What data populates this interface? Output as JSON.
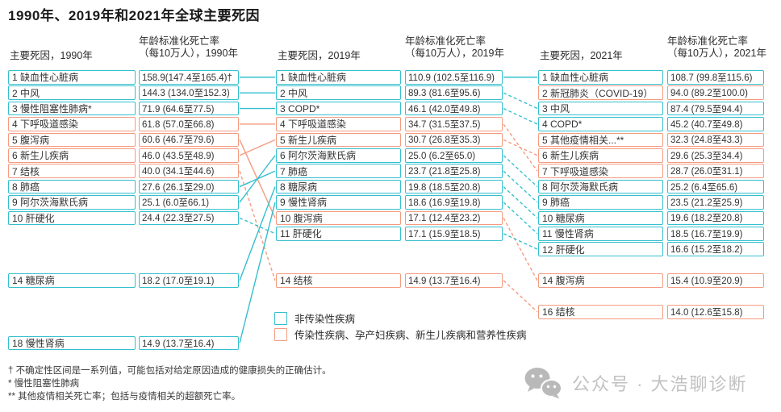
{
  "title": "1990年、2019年和2021年全球主要死因",
  "colors": {
    "ncd": "#35bfce",
    "cmnn": "#f49b80",
    "text": "#333333",
    "watermark": "#bcbcbc"
  },
  "legend": [
    {
      "group": "ncd",
      "label": "非传染性疾病"
    },
    {
      "group": "cmnn",
      "label": "传染性疾病、孕产妇疾病、新生儿疾病和营养性疾病"
    }
  ],
  "footnotes": [
    "† 不确定性区间是一系列值，可能包括对给定原因造成的健康损失的正确估计。",
    "* 慢性阻塞性肺病",
    "** 其他疫情相关死亡率；包括与疫情相关的超额死亡率。"
  ],
  "watermark": "公众号 · 大浩聊诊断",
  "chart_data": {
    "type": "table",
    "subtype": "ranked-causes-bump-chart",
    "title": "1990年、2019年和2021年全球主要死因",
    "value_unit": "年龄标准化死亡率（每10万人）",
    "group_labels": {
      "ncd": "非传染性疾病",
      "cmnn": "传染性疾病、孕产妇疾病、新生儿疾病和营养性疾病"
    },
    "columns": [
      {
        "year": "1990",
        "cause_header": "主要死因，1990年",
        "rate_header_line1": "年龄标准化死亡率",
        "rate_header_line2": "（每10万人），1990年",
        "rows": [
          {
            "rank": 1,
            "label": "1 缺血性心脏病",
            "rate_text": "158.9(147.4至165.4)†",
            "value": 158.9,
            "ci": [
              147.4,
              165.4
            ],
            "group": "ncd"
          },
          {
            "rank": 2,
            "label": "2 中风",
            "rate_text": "144.3 (134.0至152.3)",
            "value": 144.3,
            "ci": [
              134.0,
              152.3
            ],
            "group": "ncd"
          },
          {
            "rank": 3,
            "label": "3 慢性阻塞性肺病*",
            "rate_text": "71.9 (64.6至77.5)",
            "value": 71.9,
            "ci": [
              64.6,
              77.5
            ],
            "group": "ncd"
          },
          {
            "rank": 4,
            "label": "4 下呼吸道感染",
            "rate_text": "61.8 (57.0至66.8)",
            "value": 61.8,
            "ci": [
              57.0,
              66.8
            ],
            "group": "cmnn"
          },
          {
            "rank": 5,
            "label": "5 腹泻病",
            "rate_text": "60.6 (46.7至79.6)",
            "value": 60.6,
            "ci": [
              46.7,
              79.6
            ],
            "group": "cmnn"
          },
          {
            "rank": 6,
            "label": "6 新生儿疾病",
            "rate_text": "46.0 (43.5至48.9)",
            "value": 46.0,
            "ci": [
              43.5,
              48.9
            ],
            "group": "cmnn"
          },
          {
            "rank": 7,
            "label": "7 结核",
            "rate_text": "40.0 (34.1至44.6)",
            "value": 40.0,
            "ci": [
              34.1,
              44.6
            ],
            "group": "cmnn"
          },
          {
            "rank": 8,
            "label": "8 肺癌",
            "rate_text": "27.6 (26.1至29.0)",
            "value": 27.6,
            "ci": [
              26.1,
              29.0
            ],
            "group": "ncd"
          },
          {
            "rank": 9,
            "label": "9 阿尔茨海默氏病",
            "rate_text": "25.1 (6.0至66.1)",
            "value": 25.1,
            "ci": [
              6.0,
              66.1
            ],
            "group": "ncd"
          },
          {
            "rank": 10,
            "label": "10 肝硬化",
            "rate_text": "24.4 (22.3至27.5)",
            "value": 24.4,
            "ci": [
              22.3,
              27.5
            ],
            "group": "ncd"
          },
          {
            "rank": 14,
            "label": "14 糖尿病",
            "rate_text": "18.2 (17.0至19.1)",
            "value": 18.2,
            "ci": [
              17.0,
              19.1
            ],
            "group": "ncd"
          },
          {
            "rank": 18,
            "label": "18 慢性肾病",
            "rate_text": "14.9 (13.7至16.4)",
            "value": 14.9,
            "ci": [
              13.7,
              16.4
            ],
            "group": "ncd"
          }
        ]
      },
      {
        "year": "2019",
        "cause_header": "主要死因，2019年",
        "rate_header_line1": "年龄标准化死亡率",
        "rate_header_line2": "（每10万人），2019年",
        "rows": [
          {
            "rank": 1,
            "label": "1 缺血性心脏病",
            "rate_text": "110.9 (102.5至116.9)",
            "value": 110.9,
            "ci": [
              102.5,
              116.9
            ],
            "group": "ncd"
          },
          {
            "rank": 2,
            "label": "2 中风",
            "rate_text": "89.3 (81.6至95.6)",
            "value": 89.3,
            "ci": [
              81.6,
              95.6
            ],
            "group": "ncd"
          },
          {
            "rank": 3,
            "label": "3 COPD*",
            "rate_text": "46.1 (42.0至49.8)",
            "value": 46.1,
            "ci": [
              42.0,
              49.8
            ],
            "group": "ncd"
          },
          {
            "rank": 4,
            "label": "4 下呼吸道感染",
            "rate_text": "34.7 (31.5至37.5)",
            "value": 34.7,
            "ci": [
              31.5,
              37.5
            ],
            "group": "cmnn"
          },
          {
            "rank": 5,
            "label": "5 新生儿疾病",
            "rate_text": "30.7 (26.8至35.3)",
            "value": 30.7,
            "ci": [
              26.8,
              35.3
            ],
            "group": "cmnn"
          },
          {
            "rank": 6,
            "label": "6 阿尔茨海默氏病",
            "rate_text": "25.0 (6.2至65.0)",
            "value": 25.0,
            "ci": [
              6.2,
              65.0
            ],
            "group": "ncd"
          },
          {
            "rank": 7,
            "label": "7 肺癌",
            "rate_text": "23.7 (21.8至25.8)",
            "value": 23.7,
            "ci": [
              21.8,
              25.8
            ],
            "group": "ncd"
          },
          {
            "rank": 8,
            "label": "8 糖尿病",
            "rate_text": "19.8 (18.5至20.8)",
            "value": 19.8,
            "ci": [
              18.5,
              20.8
            ],
            "group": "ncd"
          },
          {
            "rank": 9,
            "label": "9 慢性肾病",
            "rate_text": "18.6 (16.9至19.8)",
            "value": 18.6,
            "ci": [
              16.9,
              19.8
            ],
            "group": "ncd"
          },
          {
            "rank": 10,
            "label": "10 腹泻病",
            "rate_text": "17.1 (12.4至23.2)",
            "value": 17.1,
            "ci": [
              12.4,
              23.2
            ],
            "group": "cmnn"
          },
          {
            "rank": 11,
            "label": "11 肝硬化",
            "rate_text": "17.1 (15.9至18.5)",
            "value": 17.1,
            "ci": [
              15.9,
              18.5
            ],
            "group": "ncd"
          },
          {
            "rank": 14,
            "label": "14 结核",
            "rate_text": "14.9 (13.7至16.4)",
            "value": 14.9,
            "ci": [
              13.7,
              16.4
            ],
            "group": "cmnn"
          }
        ]
      },
      {
        "year": "2021",
        "cause_header": "主要死因，2021年",
        "rate_header_line1": "年龄标准化死亡率",
        "rate_header_line2": "（每10万人），2021年",
        "rows": [
          {
            "rank": 1,
            "label": "1 缺血性心脏病",
            "rate_text": "108.7 (99.8至115.6)",
            "value": 108.7,
            "ci": [
              99.8,
              115.6
            ],
            "group": "ncd"
          },
          {
            "rank": 2,
            "label": "2 新冠肺炎（COVID-19）",
            "rate_text": "94.0 (89.2至100.0)",
            "value": 94.0,
            "ci": [
              89.2,
              100.0
            ],
            "group": "cmnn"
          },
          {
            "rank": 3,
            "label": "3 中风",
            "rate_text": "87.4 (79.5至94.4)",
            "value": 87.4,
            "ci": [
              79.5,
              94.4
            ],
            "group": "ncd"
          },
          {
            "rank": 4,
            "label": "4 COPD*",
            "rate_text": "45.2 (40.7至49.8)",
            "value": 45.2,
            "ci": [
              40.7,
              49.8
            ],
            "group": "ncd"
          },
          {
            "rank": 5,
            "label": "5 其他疫情相关...**",
            "rate_text": "32.3 (24.8至43.3)",
            "value": 32.3,
            "ci": [
              24.8,
              43.3
            ],
            "group": "cmnn"
          },
          {
            "rank": 6,
            "label": "6 新生儿疾病",
            "rate_text": "29.6 (25.3至34.4)",
            "value": 29.6,
            "ci": [
              25.3,
              34.4
            ],
            "group": "cmnn"
          },
          {
            "rank": 7,
            "label": "7 下呼吸道感染",
            "rate_text": "28.7 (26.0至31.1)",
            "value": 28.7,
            "ci": [
              26.0,
              31.1
            ],
            "group": "cmnn"
          },
          {
            "rank": 8,
            "label": "8 阿尔茨海默氏病",
            "rate_text": "25.2 (6.4至65.6)",
            "value": 25.2,
            "ci": [
              6.4,
              65.6
            ],
            "group": "ncd"
          },
          {
            "rank": 9,
            "label": "9 肺癌",
            "rate_text": "23.5 (21.2至25.9)",
            "value": 23.5,
            "ci": [
              21.2,
              25.9
            ],
            "group": "ncd"
          },
          {
            "rank": 10,
            "label": "10 糖尿病",
            "rate_text": "19.6 (18.2至20.8)",
            "value": 19.6,
            "ci": [
              18.2,
              20.8
            ],
            "group": "ncd"
          },
          {
            "rank": 11,
            "label": "11 慢性肾病",
            "rate_text": "18.5 (16.7至19.9)",
            "value": 18.5,
            "ci": [
              16.7,
              19.9
            ],
            "group": "ncd"
          },
          {
            "rank": 12,
            "label": "12 肝硬化",
            "rate_text": "16.6 (15.2至18.2)",
            "value": 16.6,
            "ci": [
              15.2,
              18.2
            ],
            "group": "ncd"
          },
          {
            "rank": 14,
            "label": "14 腹泻病",
            "rate_text": "15.4 (10.9至20.9)",
            "value": 15.4,
            "ci": [
              10.9,
              20.9
            ],
            "group": "cmnn"
          },
          {
            "rank": 16,
            "label": "16 结核",
            "rate_text": "14.0 (12.6至15.8)",
            "value": 14.0,
            "ci": [
              12.6,
              15.8
            ],
            "group": "cmnn"
          }
        ]
      }
    ],
    "links": [
      {
        "gap": 0,
        "from": 1,
        "to": 1,
        "group": "ncd",
        "dash": false
      },
      {
        "gap": 0,
        "from": 2,
        "to": 2,
        "group": "ncd",
        "dash": false
      },
      {
        "gap": 0,
        "from": 3,
        "to": 3,
        "group": "ncd",
        "dash": false
      },
      {
        "gap": 0,
        "from": 4,
        "to": 4,
        "group": "cmnn",
        "dash": false
      },
      {
        "gap": 0,
        "from": 5,
        "to": 10,
        "group": "cmnn",
        "dash": false
      },
      {
        "gap": 0,
        "from": 6,
        "to": 5,
        "group": "cmnn",
        "dash": false
      },
      {
        "gap": 0,
        "from": 7,
        "to": 14,
        "group": "cmnn",
        "dash": true
      },
      {
        "gap": 0,
        "from": 8,
        "to": 7,
        "group": "ncd",
        "dash": false
      },
      {
        "gap": 0,
        "from": 9,
        "to": 6,
        "group": "ncd",
        "dash": false
      },
      {
        "gap": 0,
        "from": 10,
        "to": 11,
        "group": "ncd",
        "dash": true
      },
      {
        "gap": 0,
        "from": 14,
        "to": 8,
        "group": "ncd",
        "dash": false
      },
      {
        "gap": 0,
        "from": 18,
        "to": 9,
        "group": "ncd",
        "dash": false
      },
      {
        "gap": 1,
        "from": 1,
        "to": 1,
        "group": "ncd",
        "dash": false
      },
      {
        "gap": 1,
        "from": 2,
        "to": 3,
        "group": "ncd",
        "dash": true
      },
      {
        "gap": 1,
        "from": 3,
        "to": 4,
        "group": "ncd",
        "dash": true
      },
      {
        "gap": 1,
        "from": 4,
        "to": 7,
        "group": "cmnn",
        "dash": true
      },
      {
        "gap": 1,
        "from": 5,
        "to": 6,
        "group": "cmnn",
        "dash": true
      },
      {
        "gap": 1,
        "from": 6,
        "to": 8,
        "group": "ncd",
        "dash": true
      },
      {
        "gap": 1,
        "from": 7,
        "to": 9,
        "group": "ncd",
        "dash": true
      },
      {
        "gap": 1,
        "from": 8,
        "to": 10,
        "group": "ncd",
        "dash": true
      },
      {
        "gap": 1,
        "from": 9,
        "to": 11,
        "group": "ncd",
        "dash": true
      },
      {
        "gap": 1,
        "from": 10,
        "to": 14,
        "group": "cmnn",
        "dash": true
      },
      {
        "gap": 1,
        "from": 11,
        "to": 12,
        "group": "ncd",
        "dash": true
      },
      {
        "gap": 1,
        "from": 14,
        "to": 16,
        "group": "cmnn",
        "dash": true
      }
    ]
  }
}
